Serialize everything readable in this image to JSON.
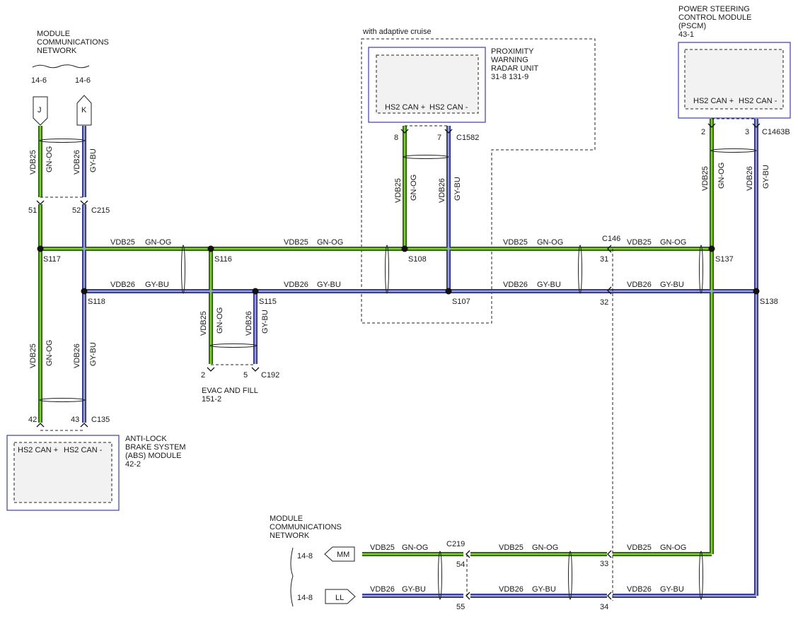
{
  "modules": {
    "pscm": {
      "title": [
        "POWER STEERING",
        "CONTROL MODULE",
        "(PSCM)"
      ],
      "ref": "43-1",
      "pin_a": "HS2 CAN +",
      "pin_b": "HS2 CAN -"
    },
    "radar": {
      "title": [
        "PROXIMITY",
        "WARNING",
        "RADAR UNIT"
      ],
      "ref": "31-8   131-9",
      "pin_a": "HS2 CAN +",
      "pin_b": "HS2 CAN -",
      "option_label": "with adaptive cruise"
    },
    "abs": {
      "title": [
        "ANTI-LOCK",
        "BRAKE SYSTEM",
        "(ABS) MODULE"
      ],
      "ref": "42-2",
      "pin_a": "HS2 CAN +",
      "pin_b": "HS2 CAN -"
    },
    "evac": {
      "title": "EVAC AND FILL",
      "ref": "151-2"
    }
  },
  "networks": {
    "top": {
      "title": [
        "MODULE",
        "COMMUNICATIONS",
        "NETWORK"
      ],
      "ref_j": "14-6",
      "ref_k": "14-6",
      "tag_j": "J",
      "tag_k": "K"
    },
    "bottom": {
      "title": [
        "MODULE",
        "COMMUNICATIONS",
        "NETWORK"
      ],
      "ref_mm": "14-8",
      "ref_ll": "14-8",
      "tag_mm": "MM",
      "tag_ll": "LL"
    }
  },
  "wires": {
    "green_circuit": "VDB25",
    "green_color": "GN-OG",
    "blue_circuit": "VDB26",
    "blue_color": "GY-BU"
  },
  "splices": [
    "S117",
    "S116",
    "S108",
    "S137",
    "S118",
    "S115",
    "S107",
    "S138"
  ],
  "connectors": {
    "c215": {
      "name": "C215",
      "pin_g": "51",
      "pin_b": "52"
    },
    "c1582": {
      "name": "C1582",
      "pin_g": "8",
      "pin_b": "7"
    },
    "c1463b": {
      "name": "C1463B",
      "pin_g": "2",
      "pin_b": "3"
    },
    "c146": {
      "name": "C146",
      "pin_g": "31",
      "pin_b": "32",
      "pin_g2": "33",
      "pin_b2": "34"
    },
    "c192": {
      "name": "C192",
      "pin_g": "2",
      "pin_b": "5"
    },
    "c135": {
      "name": "C135",
      "pin_g": "42",
      "pin_b": "43"
    },
    "c219": {
      "name": "C219",
      "pin_g": "54",
      "pin_b": "55"
    }
  },
  "colors": {
    "green_outer": "#2c5a10",
    "green_inner": "#7bd02a",
    "blue_outer": "#2a2f88",
    "blue_inner": "#9aa0c8",
    "module_border": "#3b3fa8"
  }
}
